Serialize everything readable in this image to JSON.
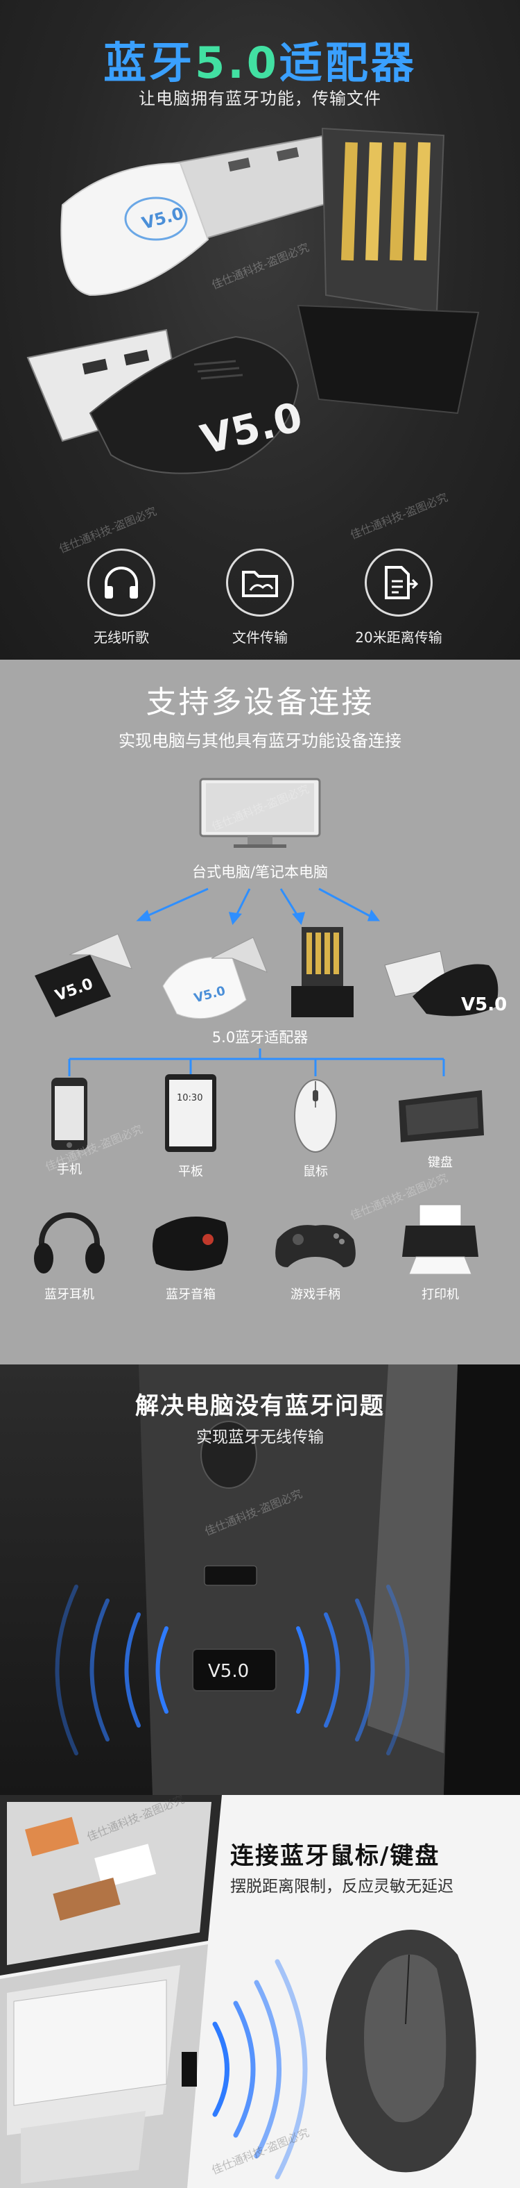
{
  "hero": {
    "title_part1": "蓝牙",
    "title_part2": "5.0",
    "title_part3": "适配器",
    "subtitle": "让电脑拥有蓝牙功能，传输文件",
    "device_badge": "V5.0",
    "features": [
      {
        "label": "无线听歌",
        "icon": "headphones-icon"
      },
      {
        "label": "文件传输",
        "icon": "folder-icon"
      },
      {
        "label": "20米距离传输",
        "icon": "file-transfer-icon"
      }
    ],
    "watermark": "佳仕通科技-盗图必究"
  },
  "multi": {
    "title": "支持多设备连接",
    "subtitle": "实现电脑与其他具有蓝牙功能设备连接",
    "computer_label": "台式电脑/笔记本电脑",
    "adapter_label": "5.0蓝牙适配器",
    "adapter_badge": "V5.0",
    "screen_time": "10:30",
    "devices_row1": [
      {
        "name": "手机",
        "icon": "phone-icon"
      },
      {
        "name": "平板",
        "icon": "tablet-icon"
      },
      {
        "name": "鼠标",
        "icon": "mouse-icon"
      },
      {
        "name": "键盘",
        "icon": "keyboard-icon"
      }
    ],
    "devices_row2": [
      {
        "name": "蓝牙耳机",
        "icon": "headphones-icon"
      },
      {
        "name": "蓝牙音箱",
        "icon": "speaker-icon"
      },
      {
        "name": "游戏手柄",
        "icon": "gamepad-icon"
      },
      {
        "name": "打印机",
        "icon": "printer-icon"
      }
    ]
  },
  "solve": {
    "title": "解决电脑没有蓝牙问题",
    "subtitle": "实现蓝牙无线传输",
    "badge": "V5.0"
  },
  "connect": {
    "title": "连接蓝牙鼠标/键盘",
    "subtitle": "摆脱距离限制，反应灵敏无延迟"
  },
  "colors": {
    "title_blue": "#3aa0ff",
    "title_green": "#42e0a2",
    "arrow_blue": "#2f8fff",
    "wave_blue": "#2e7bff"
  }
}
